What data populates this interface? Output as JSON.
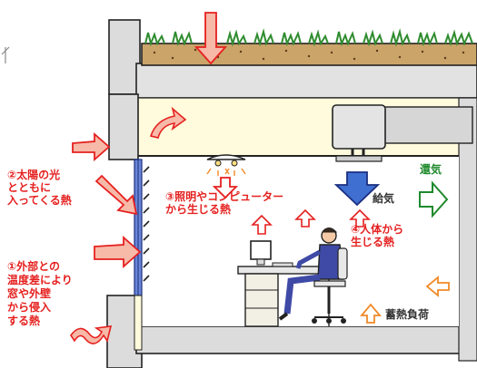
{
  "colors": {
    "heat_red": "#e5201f",
    "supply_blue": "#3f6fd0",
    "exhaust_green": "#1f8a2c",
    "storage_orange": "#f08a28",
    "arrow_pink": "#f7b9a8",
    "room_yellow": "#fffbdc",
    "soil_brown": "#caa469",
    "grass_green": "#2f8c2f",
    "structure_gray": "#dcdcdc"
  },
  "labels": {
    "outside_heat": "①外部との\n温度差により\n窓や外壁\nから侵入\nする熱",
    "solar_heat": "②太陽の光\nとともに\n入ってくる熱",
    "equipment_heat": "③照明やコンピューター\nから生じる熱",
    "human_heat": "④人体から\n生じる熱",
    "supply_air": "給気",
    "exhaust_air": "還気",
    "thermal_storage": "蓄熱負荷"
  },
  "icons": [
    "sun-heat-arrow-icon",
    "wind-heat-arrow-icon",
    "ceiling-light-icon",
    "air-conditioner-icon",
    "computer-monitor-icon",
    "office-worker-icon",
    "office-chair-icon",
    "desk-icon",
    "window-icon",
    "blind-icon"
  ]
}
